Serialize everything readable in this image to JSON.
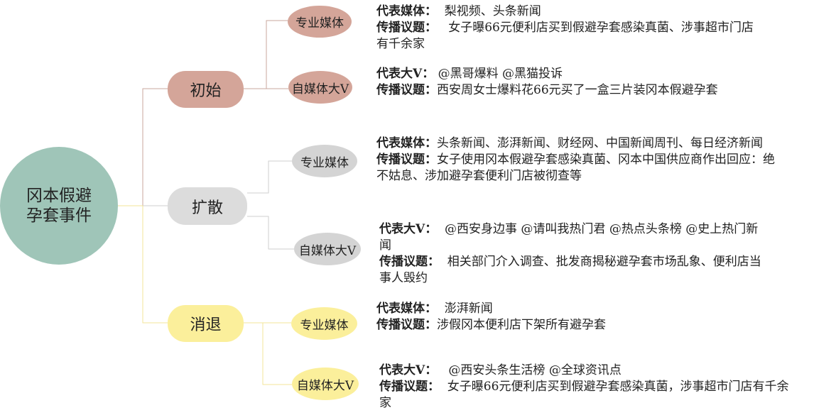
{
  "root": {
    "line1": "冈本假避",
    "line2": "孕套事件"
  },
  "colors": {
    "root": "#9fc5b8",
    "initial": "#d4a599",
    "spread": "#dcdcdc",
    "fade": "#fbef9b"
  },
  "stages": [
    {
      "label": "初始",
      "branches": [
        {
          "label": "专业媒体",
          "rep_label": "代表媒体：",
          "rep_value": "  梨视频、头条新闻",
          "topic_label": "传播议题：",
          "topic_value": "   女子曝66元便利店买到假避孕套感染真菌、涉事超市门店有千余家"
        },
        {
          "label": "自媒体大V",
          "rep_label": "代表大V：",
          "rep_value": " @黑哥爆料 @黑猫投诉",
          "topic_label": "传播议题：",
          "topic_value": "西安周女士爆料花66元买了一盒三片装冈本假避孕套"
        }
      ]
    },
    {
      "label": "扩散",
      "branches": [
        {
          "label": "专业媒体",
          "rep_label": "代表媒体：",
          "rep_value": "头条新闻、澎湃新闻、财经网、中国新闻周刊、每日经济新闻",
          "topic_label": "传播议题：",
          "topic_value": "女子使用冈本假避孕套感染真菌、冈本中国供应商作出回应：绝不姑息、涉加避孕套便利门店被彻查等"
        },
        {
          "label": "自媒体大V",
          "rep_label": "代表大V：",
          "rep_value": "  @西安身边事 @请叫我热门君 @热点头条榜 @史上热门新闻",
          "topic_label": "传播议题：",
          "topic_value": "  相关部门介入调查、批发商揭秘避孕套市场乱象、便利店当事人毁约"
        }
      ]
    },
    {
      "label": "消退",
      "branches": [
        {
          "label": "专业媒体",
          "rep_label": "代表媒体：",
          "rep_value": "  澎湃新闻",
          "topic_label": "传播议题：",
          "topic_value": "涉假冈本便利店下架所有避孕套"
        },
        {
          "label": "自媒体大V",
          "rep_label": "代表大V：",
          "rep_value": "   @西安头条生活榜 @全球资讯点",
          "topic_label": "传播议题：",
          "topic_value": "  女子曝66元便利店买到假避孕套感染真菌，涉事超市门店有千余家"
        }
      ]
    }
  ]
}
